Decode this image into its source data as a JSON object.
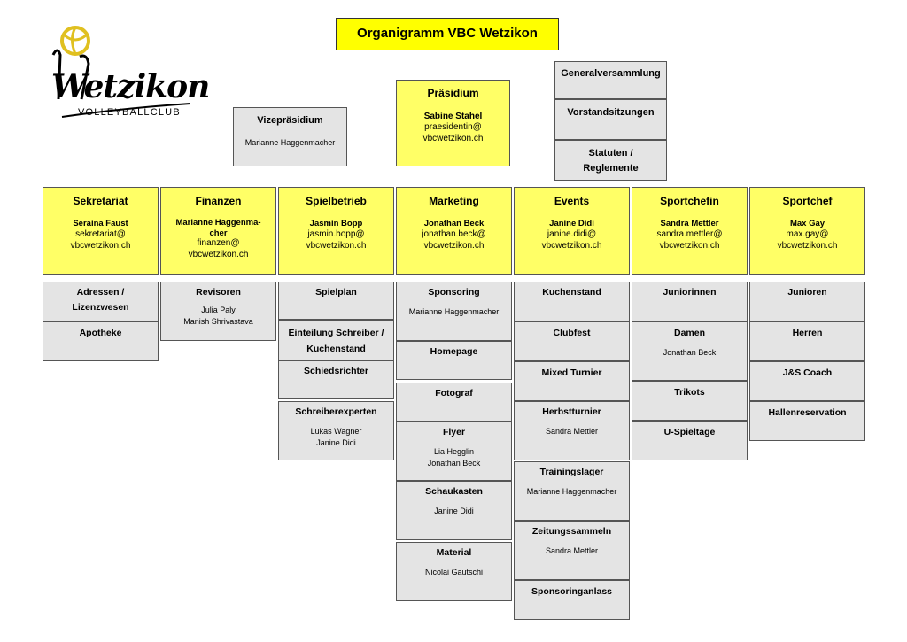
{
  "title": "Organigramm VBC Wetzikon",
  "logo": {
    "name": "Wetzikon",
    "subtitle": "VOLLEYBALLCLUB"
  },
  "vizepraesidium": {
    "title": "Vizepräsidium",
    "name": "Marianne Haggenmacher"
  },
  "praesidium": {
    "title": "Präsidium",
    "name": "Sabine Stahel",
    "email1": "praesidentin@",
    "email2": "vbcwetzikon.ch"
  },
  "governance": [
    "Generalversammlung",
    "Vorstandsitzungen",
    "Statuten /",
    "Reglemente"
  ],
  "departments": [
    {
      "title": "Sekretariat",
      "name": "Seraina Faust",
      "line1": "sekretariat@",
      "line2": "vbcwetzikon.ch",
      "subs": [
        {
          "t1": "Adressen /",
          "t2": "Lizenzwesen"
        },
        {
          "t1": "Apotheke"
        }
      ]
    },
    {
      "title": "Finanzen",
      "name": "Marianne Haggenma-",
      "name2": "cher",
      "line1": "finanzen@",
      "line2": "vbcwetzikon.ch",
      "subs": [
        {
          "t1": "Revisoren",
          "n1": "Julia Paly",
          "n2": "Manish Shrivastava"
        }
      ]
    },
    {
      "title": "Spielbetrieb",
      "name": "Jasmin Bopp",
      "line1": "jasmin.bopp@",
      "line2": "vbcwetzikon.ch",
      "subs": [
        {
          "t1": "Spielplan"
        },
        {
          "t1": "Einteilung Schreiber /",
          "t2": "Kuchenstand"
        },
        {
          "t1": "Schiedsrichter"
        },
        {
          "t1": "Schreiberexperten",
          "n1": "Lukas Wagner",
          "n2": "Janine Didi"
        }
      ]
    },
    {
      "title": "Marketing",
      "name": "Jonathan Beck",
      "line1": "jonathan.beck@",
      "line2": "vbcwetzikon.ch",
      "subs": [
        {
          "t1": "Sponsoring",
          "n1": "Marianne Haggenmacher"
        },
        {
          "t1": "Homepage"
        },
        {
          "t1": "Fotograf"
        },
        {
          "t1": "Flyer",
          "n1": "Lia Hegglin",
          "n2": "Jonathan Beck"
        },
        {
          "t1": "Schaukasten",
          "n1": "Janine Didi"
        },
        {
          "t1": "Material",
          "n1": "Nicolai Gautschi"
        }
      ]
    },
    {
      "title": "Events",
      "name": "Janine Didi",
      "line1": "janine.didi@",
      "line2": "vbcwetzikon.ch",
      "subs": [
        {
          "t1": "Kuchenstand"
        },
        {
          "t1": "Clubfest"
        },
        {
          "t1": "Mixed Turnier"
        },
        {
          "t1": "Herbstturnier",
          "n1": "Sandra Mettler"
        },
        {
          "t1": "Trainingslager",
          "n1": "Marianne Haggenmacher"
        },
        {
          "t1": "Zeitungssammeln",
          "n1": "Sandra Mettler"
        },
        {
          "t1": "Sponsoringanlass"
        }
      ]
    },
    {
      "title": "Sportchefin",
      "name": "Sandra Mettler",
      "line1": "sandra.mettler@",
      "line2": "vbcwetzikon.ch",
      "subs": [
        {
          "t1": "Juniorinnen"
        },
        {
          "t1": "Damen",
          "n1": "Jonathan Beck"
        },
        {
          "t1": "Trikots"
        },
        {
          "t1": "U-Spieltage"
        }
      ]
    },
    {
      "title": "Sportchef",
      "name": "Max Gay",
      "line1": "max.gay@",
      "line2": "vbcwetzikon.ch",
      "subs": [
        {
          "t1": "Junioren"
        },
        {
          "t1": "Herren"
        },
        {
          "t1": "J&S Coach"
        },
        {
          "t1": "Hallenreservation"
        }
      ]
    }
  ]
}
